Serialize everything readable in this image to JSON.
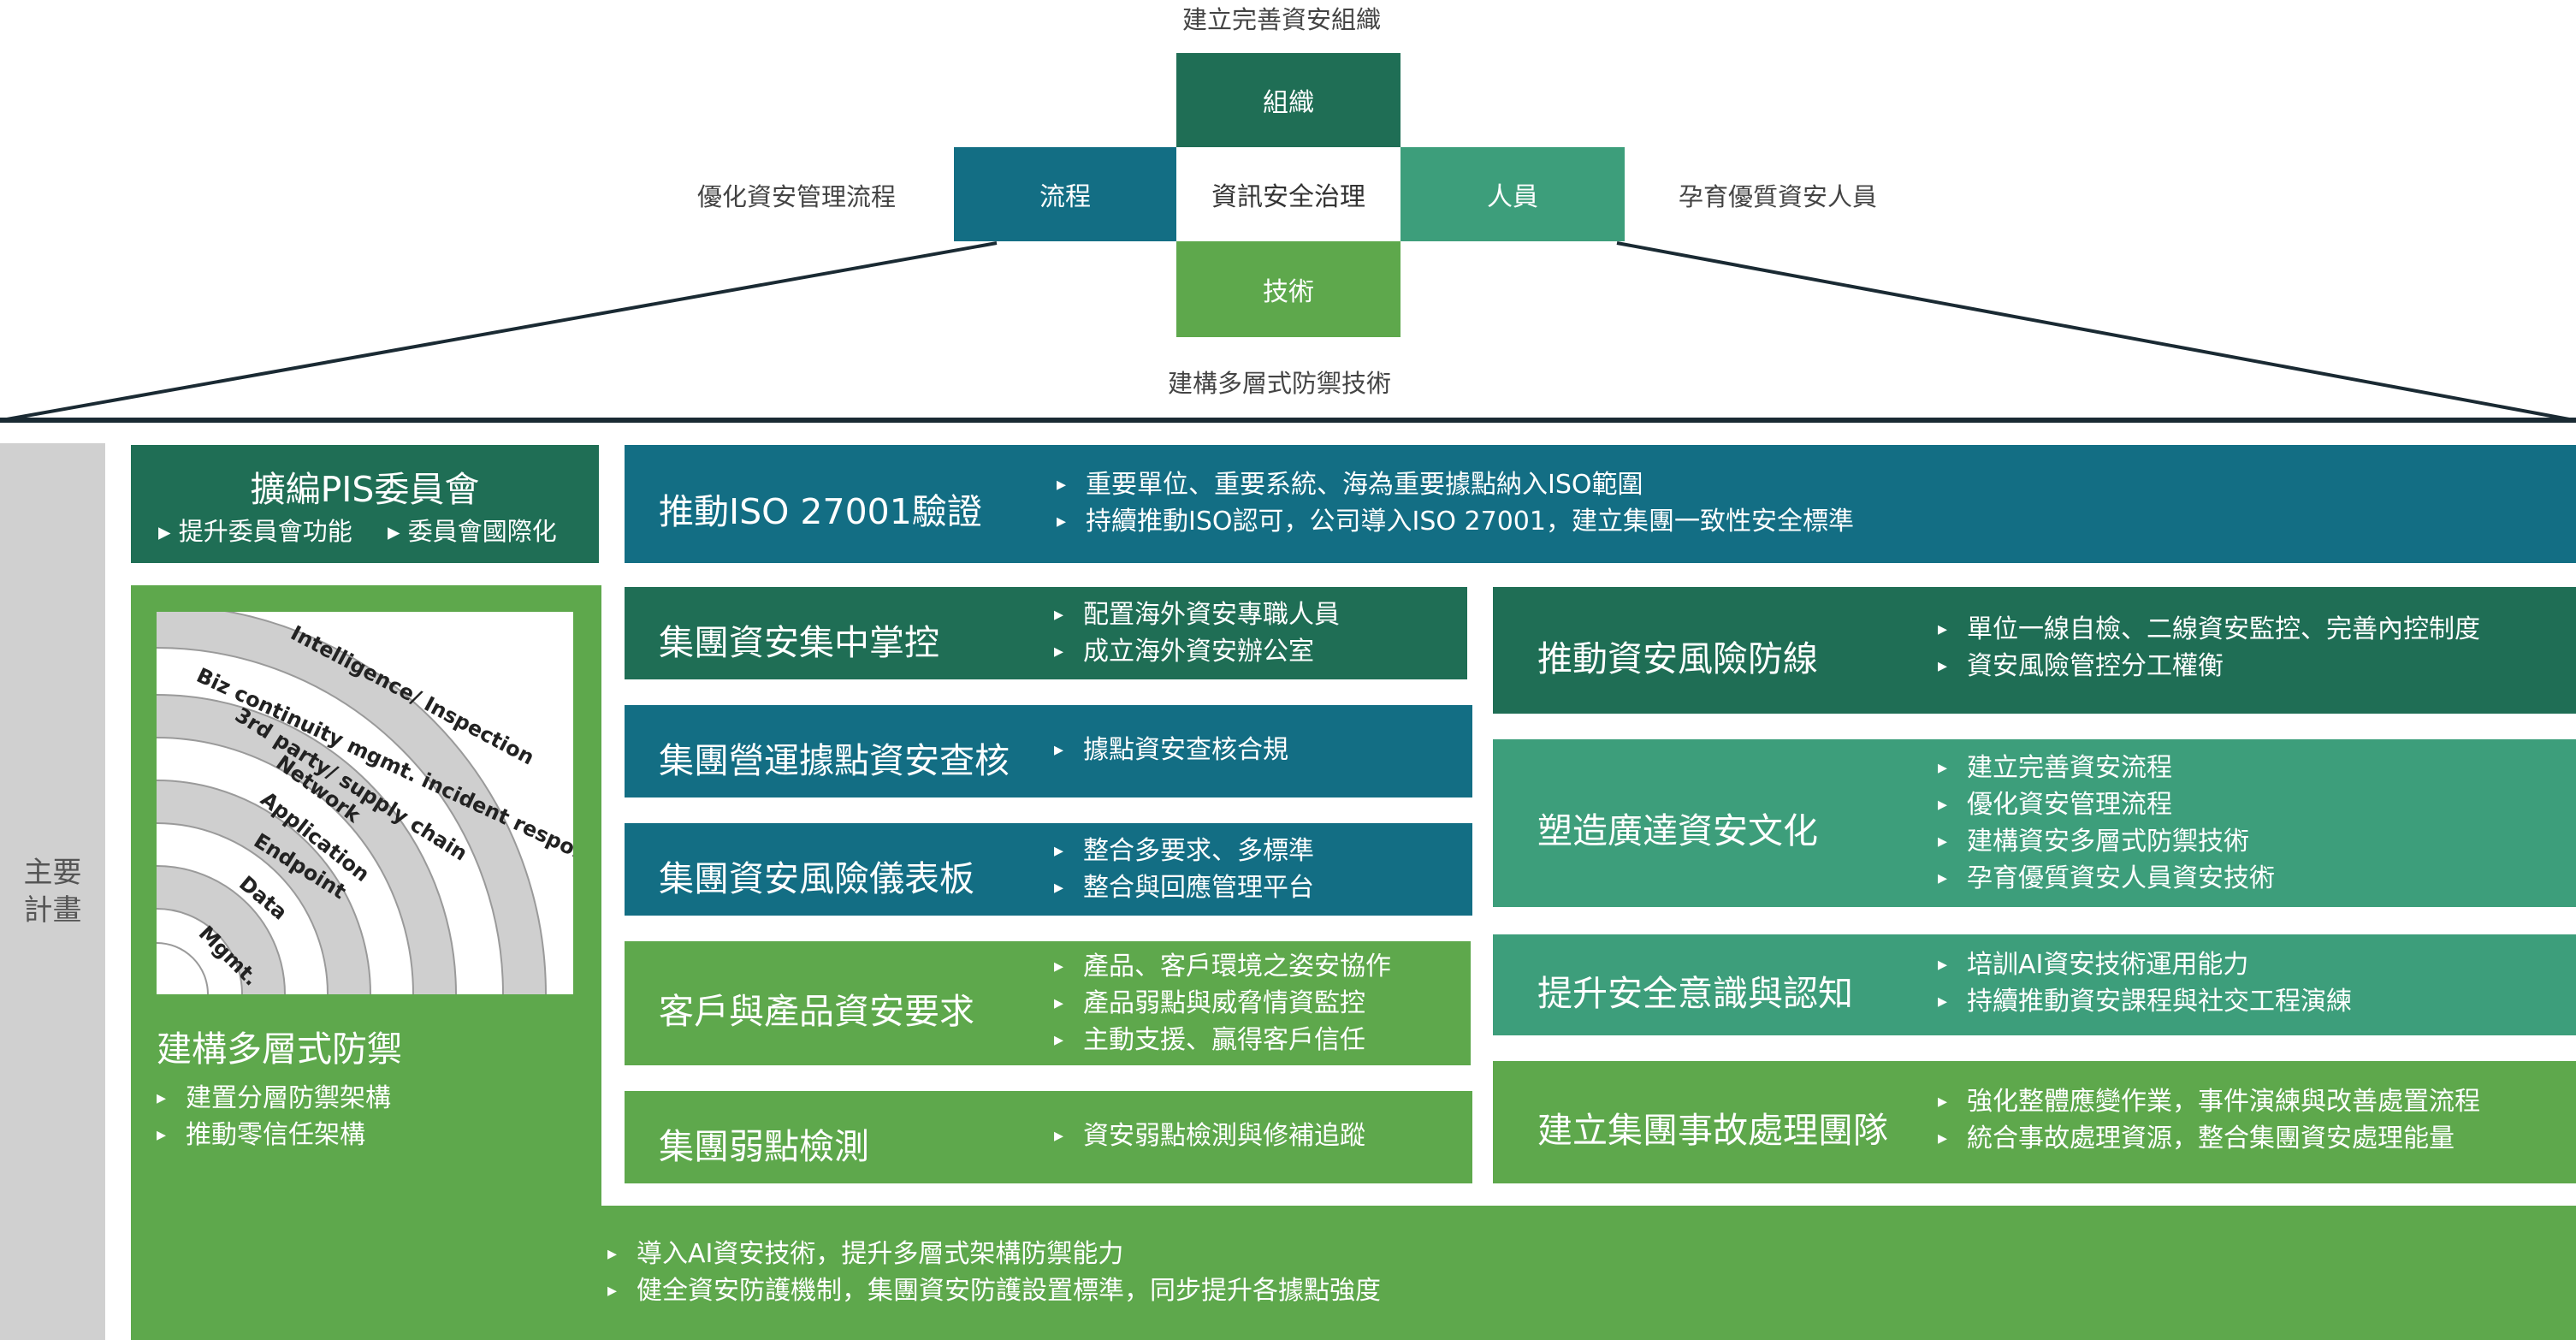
{
  "header": {
    "top_label": "建立完善資安組織",
    "left_label": "優化資安管理流程",
    "right_label": "孕育優質資安人員",
    "bottom_label": "建構多層式防禦技術",
    "cross": {
      "top": "組織",
      "left": "流程",
      "center": "資訊安全治理",
      "right": "人員",
      "bottom": "技術"
    }
  },
  "side_label": "主要\n計畫",
  "pis": {
    "title": "擴編PIS委員會",
    "items": [
      "提升委員會功能",
      "委員會國際化"
    ]
  },
  "iso": {
    "title": "推動ISO 27001驗證",
    "items": [
      "重要單位、重要系統、海為重要據點納入ISO範圍",
      "持續推動ISO認可，公司導入ISO 27001，建立集團一致性安全標準"
    ]
  },
  "defense": {
    "title": "建構多層式防禦",
    "items": [
      "建置分層防禦架構",
      "推動零信任架構"
    ],
    "rings": [
      "Intelligence/ Inspection",
      "Biz continuity mgmt. incident response",
      "3rd party/ supply chain",
      "Network",
      "Application",
      "Endpoint",
      "Data",
      "Mgmt."
    ]
  },
  "mid_boxes": [
    {
      "title": "集團資安集中掌控",
      "items": [
        "配置海外資安專職人員",
        "成立海外資安辦公室"
      ]
    },
    {
      "title": "集團營運據點資安查核",
      "items": [
        "據點資安查核合規"
      ]
    },
    {
      "title": "集團資安風險儀表板",
      "items": [
        "整合多要求、多標準",
        "整合與回應管理平台"
      ]
    },
    {
      "title": "客戶與產品資安要求",
      "items": [
        "產品、客戶環境之姿安協作",
        "產品弱點與威脅情資監控",
        "主動支援、贏得客戶信任"
      ]
    },
    {
      "title": "集團弱點檢測",
      "items": [
        "資安弱點檢測與修補追蹤"
      ]
    }
  ],
  "right_boxes": [
    {
      "title": "推動資安風險防線",
      "items": [
        "單位一線自檢、二線資安監控、完善內控制度",
        "資安風險管控分工權衡"
      ]
    },
    {
      "title": "塑造廣達資安文化",
      "items": [
        "建立完善資安流程",
        "優化資安管理流程",
        "建構資安多層式防禦技術",
        "孕育優質資安人員資安技術"
      ]
    },
    {
      "title": "提升安全意識與認知",
      "items": [
        "培訓AI資安技術運用能力",
        "持續推動資安課程與社交工程演練"
      ]
    },
    {
      "title": "建立集團事故處理團隊",
      "items": [
        "強化整體應變作業，事件演練與改善處置流程",
        "統合事故處理資源，整合集團資安處理能量"
      ]
    }
  ],
  "bottom_items": [
    "導入AI資安技術，提升多層式架構防禦能力",
    "健全資安防護機制，集團資安防護設置標準，同步提升各據點強度"
  ],
  "colors": {
    "dark_green": "#1f6e55",
    "teal": "#136e84",
    "green": "#3d9e7b",
    "light_green": "#5ea84c",
    "gray": "#d0d0d0"
  }
}
